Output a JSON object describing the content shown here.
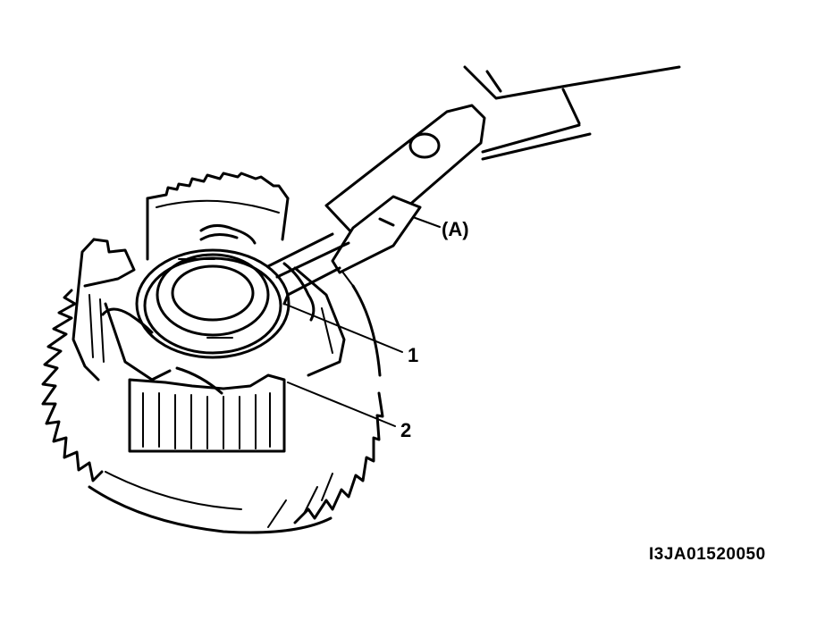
{
  "labels": {
    "tool": "(A)",
    "part_1": "1",
    "part_2": "2"
  },
  "figure_code": "I3JA01520050"
}
